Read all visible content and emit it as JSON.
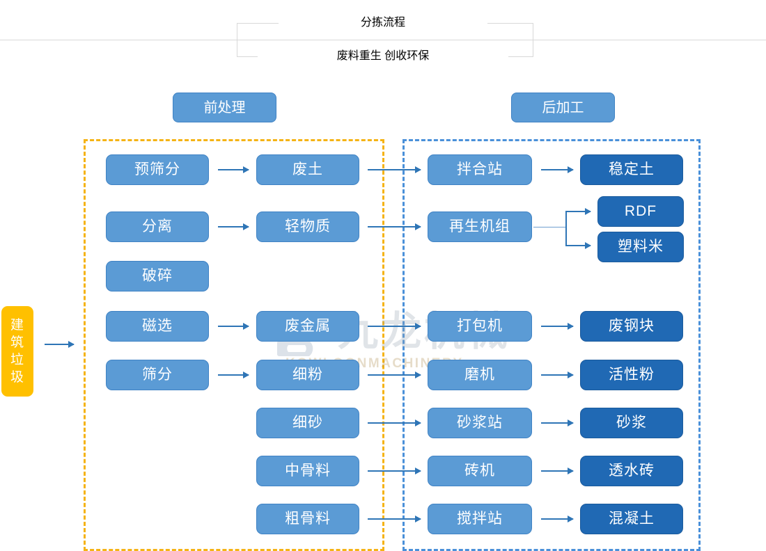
{
  "header": {
    "title": "分拣流程",
    "subtitle": "废料重生 创收环保"
  },
  "sections": {
    "pre_label": "前处理",
    "post_label": "后加工"
  },
  "input": {
    "label": "建筑垃圾",
    "chars": [
      "建",
      "筑",
      "垃",
      "圾"
    ],
    "color": "#ffc000"
  },
  "watermark": {
    "cn": "九龙机械",
    "en": "KOWLOONMACHINERY"
  },
  "colors": {
    "node_blue": "#5b9bd5",
    "node_border": "#3f82c4",
    "output_blue": "#2069b4",
    "arrow": "#2e75b6",
    "zone_pre": "#f5b315",
    "zone_post": "#4a90d9",
    "title": "#2b2b2b",
    "subtitle": "#1a56c4"
  },
  "columns": {
    "process": [
      {
        "id": "c1r1",
        "label": "预筛分"
      },
      {
        "id": "c1r2",
        "label": "分离"
      },
      {
        "id": "c1r3",
        "label": "破碎"
      },
      {
        "id": "c1r4",
        "label": "磁选"
      },
      {
        "id": "c1r5",
        "label": "筛分"
      }
    ],
    "material": [
      {
        "id": "c2r1",
        "label": "废土"
      },
      {
        "id": "c2r2",
        "label": "轻物质"
      },
      {
        "id": "c2r4",
        "label": "废金属"
      },
      {
        "id": "c2r5",
        "label": "细粉"
      },
      {
        "id": "c2r6",
        "label": "细砂"
      },
      {
        "id": "c2r7",
        "label": "中骨料"
      },
      {
        "id": "c2r8",
        "label": "粗骨料"
      }
    ],
    "equipment": [
      {
        "id": "c3r1",
        "label": "拌合站"
      },
      {
        "id": "c3r2",
        "label": "再生机组"
      },
      {
        "id": "c3r4",
        "label": "打包机"
      },
      {
        "id": "c3r5",
        "label": "磨机"
      },
      {
        "id": "c3r6",
        "label": "砂浆站"
      },
      {
        "id": "c3r7",
        "label": "砖机"
      },
      {
        "id": "c3r8",
        "label": "搅拌站"
      }
    ],
    "product": [
      {
        "id": "c4r1",
        "label": "稳定土"
      },
      {
        "id": "c4r2a",
        "label": "RDF"
      },
      {
        "id": "c4r2b",
        "label": "塑料米"
      },
      {
        "id": "c4r4",
        "label": "废钢块"
      },
      {
        "id": "c4r5",
        "label": "活性粉"
      },
      {
        "id": "c4r6",
        "label": "砂浆"
      },
      {
        "id": "c4r7",
        "label": "透水砖"
      },
      {
        "id": "c4r8",
        "label": "混凝土"
      }
    ]
  },
  "chart_data": {
    "type": "diagram",
    "title": "分拣流程",
    "subtitle": "废料重生 创收环保",
    "nodes": [
      {
        "id": "input",
        "label": "建筑垃圾",
        "stage": "input"
      },
      {
        "id": "c1r1",
        "label": "预筛分",
        "stage": "pre"
      },
      {
        "id": "c1r2",
        "label": "分离",
        "stage": "pre"
      },
      {
        "id": "c1r3",
        "label": "破碎",
        "stage": "pre"
      },
      {
        "id": "c1r4",
        "label": "磁选",
        "stage": "pre"
      },
      {
        "id": "c1r5",
        "label": "筛分",
        "stage": "pre"
      },
      {
        "id": "c2r1",
        "label": "废土",
        "stage": "pre"
      },
      {
        "id": "c2r2",
        "label": "轻物质",
        "stage": "pre"
      },
      {
        "id": "c2r4",
        "label": "废金属",
        "stage": "pre"
      },
      {
        "id": "c2r5",
        "label": "细粉",
        "stage": "pre"
      },
      {
        "id": "c2r6",
        "label": "细砂",
        "stage": "pre"
      },
      {
        "id": "c2r7",
        "label": "中骨料",
        "stage": "pre"
      },
      {
        "id": "c2r8",
        "label": "粗骨料",
        "stage": "pre"
      },
      {
        "id": "c3r1",
        "label": "拌合站",
        "stage": "post"
      },
      {
        "id": "c3r2",
        "label": "再生机组",
        "stage": "post"
      },
      {
        "id": "c3r4",
        "label": "打包机",
        "stage": "post"
      },
      {
        "id": "c3r5",
        "label": "磨机",
        "stage": "post"
      },
      {
        "id": "c3r6",
        "label": "砂浆站",
        "stage": "post"
      },
      {
        "id": "c3r7",
        "label": "砖机",
        "stage": "post"
      },
      {
        "id": "c3r8",
        "label": "搅拌站",
        "stage": "post"
      },
      {
        "id": "c4r1",
        "label": "稳定土",
        "stage": "product"
      },
      {
        "id": "c4r2a",
        "label": "RDF",
        "stage": "product"
      },
      {
        "id": "c4r2b",
        "label": "塑料米",
        "stage": "product"
      },
      {
        "id": "c4r4",
        "label": "废钢块",
        "stage": "product"
      },
      {
        "id": "c4r5",
        "label": "活性粉",
        "stage": "product"
      },
      {
        "id": "c4r6",
        "label": "砂浆",
        "stage": "product"
      },
      {
        "id": "c4r7",
        "label": "透水砖",
        "stage": "product"
      },
      {
        "id": "c4r8",
        "label": "混凝土",
        "stage": "product"
      }
    ],
    "edges": [
      [
        "input",
        "c1r1"
      ],
      [
        "c1r1",
        "c2r1"
      ],
      [
        "c1r2",
        "c2r2"
      ],
      [
        "c1r4",
        "c2r4"
      ],
      [
        "c1r5",
        "c2r5"
      ],
      [
        "c2r1",
        "c3r1"
      ],
      [
        "c2r2",
        "c3r2"
      ],
      [
        "c2r4",
        "c3r4"
      ],
      [
        "c2r5",
        "c3r5"
      ],
      [
        "c2r6",
        "c3r6"
      ],
      [
        "c2r7",
        "c3r7"
      ],
      [
        "c2r8",
        "c3r8"
      ],
      [
        "c3r1",
        "c4r1"
      ],
      [
        "c3r2",
        "c4r2a"
      ],
      [
        "c3r2",
        "c4r2b"
      ],
      [
        "c3r4",
        "c4r4"
      ],
      [
        "c3r5",
        "c4r5"
      ],
      [
        "c3r6",
        "c4r6"
      ],
      [
        "c3r7",
        "c4r7"
      ],
      [
        "c3r8",
        "c4r8"
      ]
    ]
  }
}
